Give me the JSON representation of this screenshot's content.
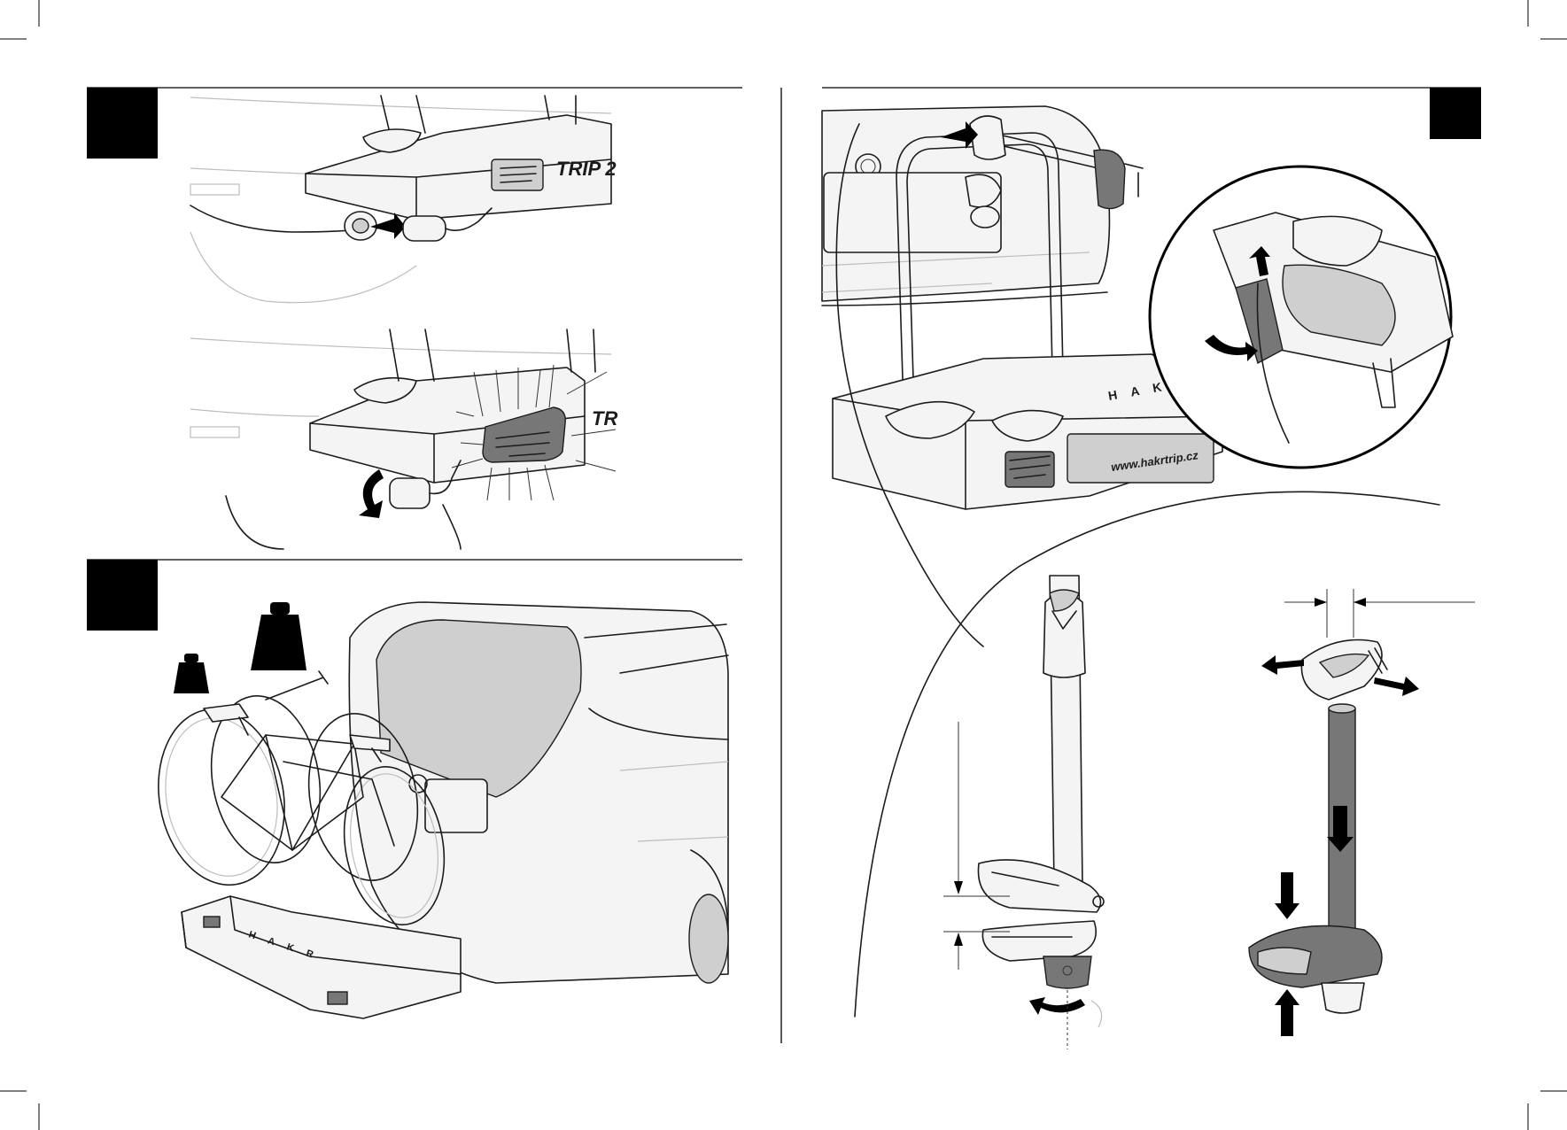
{
  "labels": {
    "product_model": "TRIP 2",
    "product_model_short": "TR",
    "brand_lettering": "H A K R",
    "brand_lettering_right": "H A K",
    "website": "www.hakrtrip.cz"
  },
  "colors": {
    "ink": "#1c1c1c",
    "paper": "#ffffff",
    "shade_light": "#cfcfcf",
    "shade_dark": "#777777",
    "step_box": "#000000"
  },
  "icons": [
    "arrow-icon",
    "weight-icon",
    "rotate-arrow-icon",
    "dimension-arrow-icon"
  ]
}
